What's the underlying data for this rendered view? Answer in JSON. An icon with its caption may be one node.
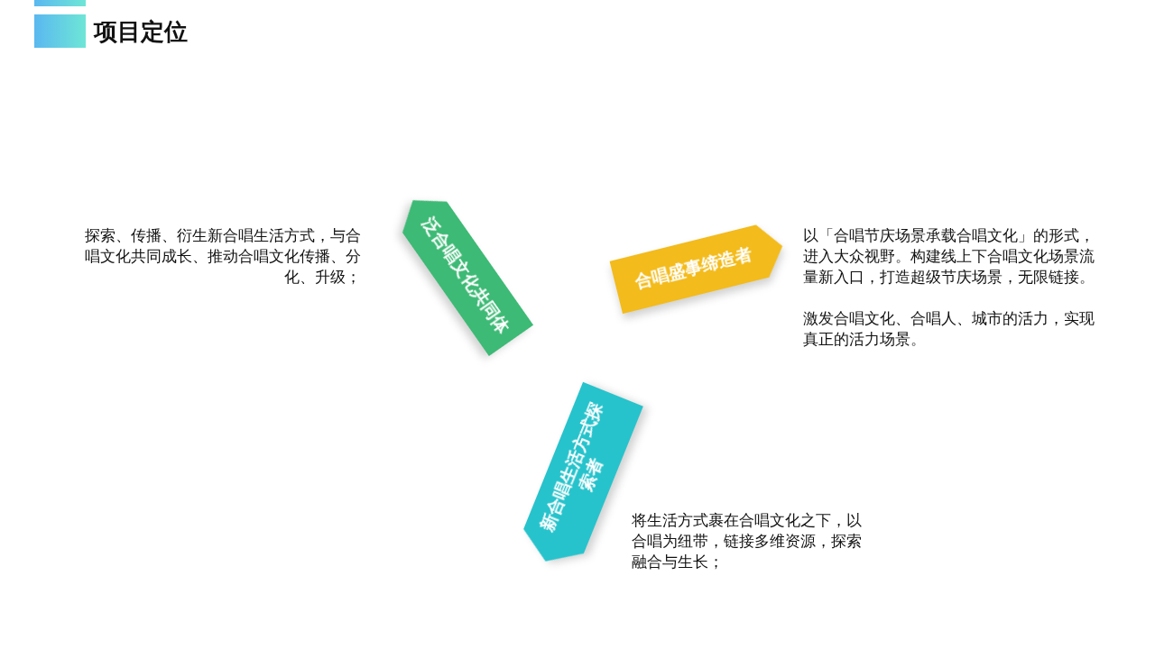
{
  "diagram": {
    "title": "项目定位",
    "nodes": [
      {
        "text": [
          "泛合唱文化共同体"
        ],
        "beside": [
          "探索、传播、衍生新合唱生活方式，与合唱文化共同成长、推动合唱文化传播、分化、升级；"
        ]
      },
      {
        "text": [
          "合唱盛事缔造者"
        ],
        "beside": [
          "以「合唱节庆场景承载合唱文化」的形式，进入大众视野。构建线上下合唱文化场景流量新入口，打造超级节庆场景，无限链接。",
          "激发合唱文化、合唱人、城市的活力，实现真正的活力场景。"
        ]
      },
      {
        "text": [
          "新合唱生活方式探索者"
        ],
        "beside": [
          "将生活方式裹在合唱文化之下，以合唱为纽带，链接多维资源，探索融合与生长；"
        ]
      }
    ]
  }
}
